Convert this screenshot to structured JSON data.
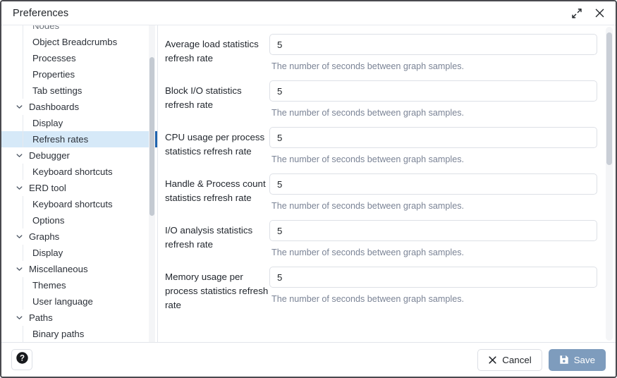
{
  "window": {
    "title": "Preferences",
    "expand_icon": "expand-icon",
    "close_icon": "close-icon"
  },
  "sidebar": {
    "items": [
      {
        "label": "Nodes",
        "type": "child",
        "state": "clipped"
      },
      {
        "label": "Object Breadcrumbs",
        "type": "child",
        "state": "normal"
      },
      {
        "label": "Processes",
        "type": "child",
        "state": "normal"
      },
      {
        "label": "Properties",
        "type": "child",
        "state": "normal"
      },
      {
        "label": "Tab settings",
        "type": "child",
        "state": "normal"
      },
      {
        "label": "Dashboards",
        "type": "group",
        "state": "expanded"
      },
      {
        "label": "Display",
        "type": "child",
        "state": "normal"
      },
      {
        "label": "Refresh rates",
        "type": "child",
        "state": "selected"
      },
      {
        "label": "Debugger",
        "type": "group",
        "state": "expanded"
      },
      {
        "label": "Keyboard shortcuts",
        "type": "child",
        "state": "normal"
      },
      {
        "label": "ERD tool",
        "type": "group",
        "state": "expanded"
      },
      {
        "label": "Keyboard shortcuts",
        "type": "child",
        "state": "normal"
      },
      {
        "label": "Options",
        "type": "child",
        "state": "normal"
      },
      {
        "label": "Graphs",
        "type": "group",
        "state": "expanded"
      },
      {
        "label": "Display",
        "type": "child",
        "state": "normal"
      },
      {
        "label": "Miscellaneous",
        "type": "group",
        "state": "expanded"
      },
      {
        "label": "Themes",
        "type": "child",
        "state": "normal"
      },
      {
        "label": "User language",
        "type": "child",
        "state": "normal"
      },
      {
        "label": "Paths",
        "type": "group",
        "state": "expanded"
      },
      {
        "label": "Binary paths",
        "type": "child",
        "state": "normal"
      }
    ]
  },
  "main": {
    "rows": [
      {
        "label": "Average load statistics refresh rate",
        "value": "5",
        "help": "The number of seconds between graph samples."
      },
      {
        "label": "Block I/O statistics refresh rate",
        "value": "5",
        "help": "The number of seconds between graph samples."
      },
      {
        "label": "CPU usage per process statistics refresh rate",
        "value": "5",
        "help": "The number of seconds between graph samples."
      },
      {
        "label": "Handle & Process count statistics refresh rate",
        "value": "5",
        "help": "The number of seconds between graph samples."
      },
      {
        "label": "I/O analysis statistics refresh rate",
        "value": "5",
        "help": "The number of seconds between graph samples."
      },
      {
        "label": "Memory usage per process statistics refresh rate",
        "value": "5",
        "help": "The number of seconds between graph samples."
      }
    ]
  },
  "footer": {
    "help_icon": "help-icon",
    "cancel_label": "Cancel",
    "save_label": "Save"
  },
  "colors": {
    "selection_bg": "#d6e9f8",
    "selection_bar": "#1f63ad",
    "save_button_bg": "#7e9cbd",
    "help_text": "#7b8496",
    "input_border": "#dde0e6"
  }
}
